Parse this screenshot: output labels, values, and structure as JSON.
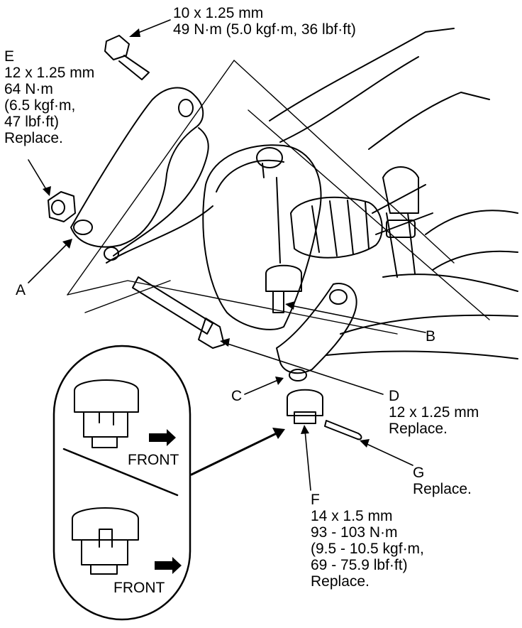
{
  "callouts": {
    "top_bolt": {
      "lines": [
        "10 x 1.25 mm",
        "49 N·m (5.0 kgf·m, 36 lbf·ft)"
      ]
    },
    "E": {
      "lines": [
        "E",
        "12 x 1.25 mm",
        "64 N·m",
        "(6.5 kgf·m,",
        "47 lbf·ft)",
        "Replace."
      ]
    },
    "A": {
      "lines": [
        "A"
      ]
    },
    "B": {
      "lines": [
        "B"
      ]
    },
    "C": {
      "lines": [
        "C"
      ]
    },
    "D": {
      "lines": [
        "D",
        "12 x 1.25 mm",
        "Replace."
      ]
    },
    "G": {
      "lines": [
        "G",
        "Replace."
      ]
    },
    "F": {
      "lines": [
        "F",
        "14 x 1.5 mm",
        "93 - 103 N·m",
        "(9.5 - 10.5 kgf·m,",
        "69 - 75.9 lbf·ft)",
        "Replace."
      ]
    }
  },
  "inset": {
    "front_upper": "FRONT",
    "front_lower": "FRONT"
  },
  "colors": {
    "ink": "#000000",
    "paper": "#ffffff"
  }
}
